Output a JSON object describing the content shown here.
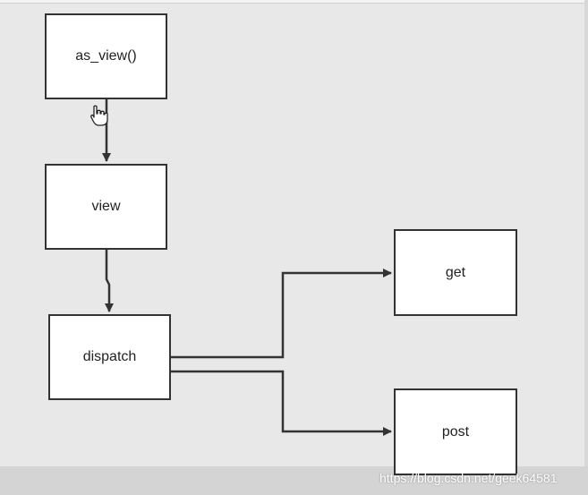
{
  "diagram": {
    "nodes": {
      "as_view": "as_view()",
      "view": "view",
      "dispatch": "dispatch",
      "get": "get",
      "post": "post"
    }
  },
  "watermark": "https://blog.csdn.net/geek64581",
  "colors": {
    "background": "#e8e8e8",
    "node_fill": "#ffffff",
    "stroke": "#333333"
  }
}
